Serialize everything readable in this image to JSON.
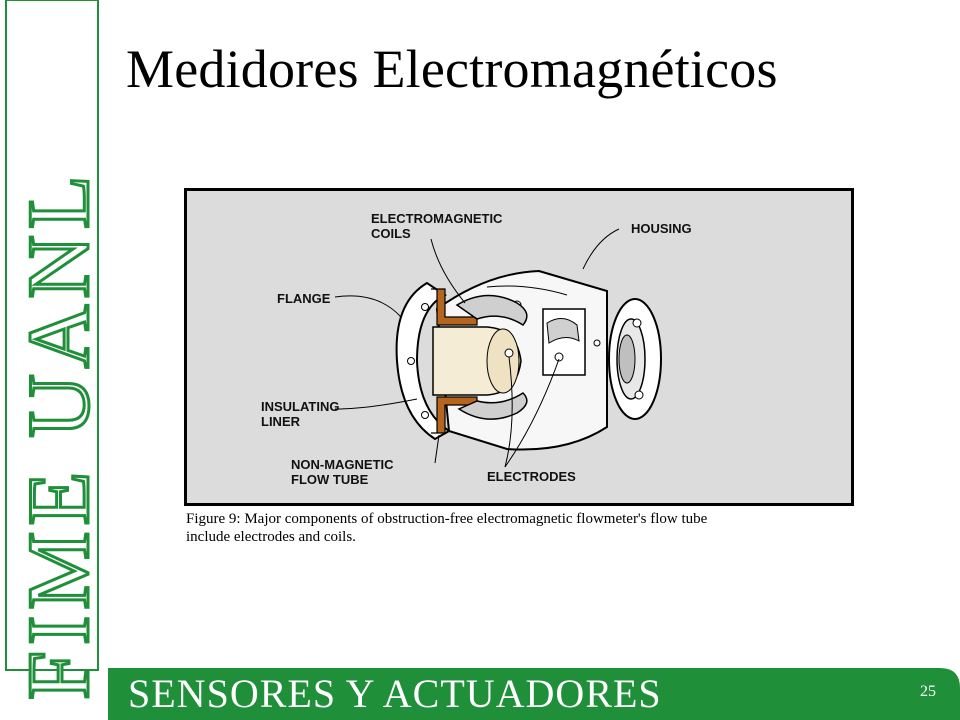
{
  "slide": {
    "title": "Medidores Electromagnéticos",
    "sidebar_text": "FIME UANL",
    "footer_text": "SENSORES Y ACTUADORES",
    "page_number": "25"
  },
  "figure": {
    "callouts": {
      "electromagnetic_coils_1": "ELECTROMAGNETIC",
      "electromagnetic_coils_2": "COILS",
      "housing": "HOUSING",
      "flange": "FLANGE",
      "insulating_liner_1": "INSULATING",
      "insulating_liner_2": "LINER",
      "non_magnetic_1": "NON-MAGNETIC",
      "non_magnetic_2": "FLOW TUBE",
      "electrodes": "ELECTRODES"
    },
    "caption_line1": "Figure 9: Major components of obstruction-free electromagnetic flowmeter's flow tube",
    "caption_line2": "include electrodes and coils."
  },
  "colors": {
    "brand_green": "#1f8f3a",
    "panel_gray": "#dcdcdc",
    "flange_brown": "#b5651d",
    "liner_cream": "#f5ecd6"
  }
}
